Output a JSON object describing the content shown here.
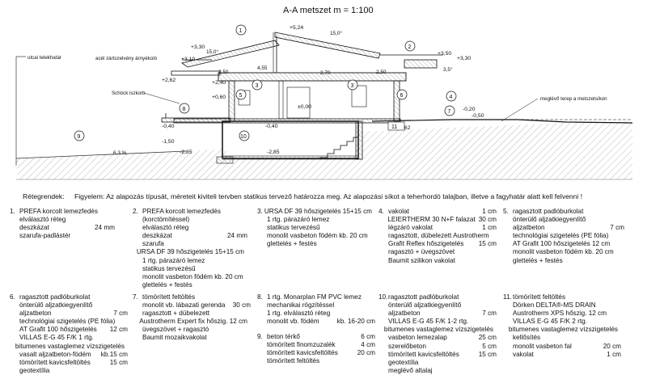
{
  "title": "A-A metszet m = 1:100",
  "labels": {
    "street_level": "utcai telekhatár",
    "awning": "acél zártszelvény árnyékoló",
    "schock": "Schöck iszkorb",
    "ground": "meglévő terep a metszetsíkon"
  },
  "levels": {
    "l524": "+5,24",
    "l330a": "+3,30",
    "l310": "+3,10",
    "l350": "+3,50",
    "l330b": "+3,30",
    "l262": "+2,62",
    "l240": "+2,40",
    "l060": "+0,60",
    "l000": "±0,00",
    "lm020": "-0,20",
    "lm050": "-0,50",
    "lm040a": "-0,40",
    "lm040b": "-0,40",
    "lm150": "-1,50",
    "lm285a": "-2,85",
    "lm285b": "-2,85",
    "lm062": "-0,62"
  },
  "dims": {
    "slope1": "15,0°",
    "slope2": "15,0°",
    "slope3": "3,5°",
    "d455": "4,55",
    "d250a": "2,50",
    "d250b": "2,50",
    "d270": "2,70",
    "pct": "6,3 %"
  },
  "callouts": {
    "c1": "1",
    "c2": "2",
    "c3a": "3",
    "c3b": "3",
    "c4": "4",
    "c5": "5",
    "c6": "6",
    "c7": "7",
    "c8": "8",
    "c9": "9",
    "c10": "10",
    "c11": "11"
  },
  "note": {
    "label": "Rétegrendek:",
    "text": "Figyelem: Az alapozás típusát, méreteit kiviteli tervben statikus tervező határozza meg. Az alapozási síkot a teherhordó talajban, illetve a fagyhatár alatt kell felvenni !"
  },
  "layers": [
    {
      "rows": [
        [
          "1.",
          "PREFA korcolt lemezfedés",
          ""
        ],
        [
          "",
          "elválasztó réteg",
          ""
        ],
        [
          "",
          "deszkázat",
          "24 mm"
        ],
        [
          "",
          "szarufa-padlástér",
          ""
        ]
      ]
    },
    {
      "rows": [
        [
          "2.",
          "PREFA korcolt lemezfedés",
          ""
        ],
        [
          "",
          "(korctömítéssel)",
          ""
        ],
        [
          "",
          "elválasztó réteg",
          ""
        ],
        [
          "",
          "deszkázat",
          "24 mm"
        ],
        [
          "",
          "szarufa",
          ""
        ],
        [
          "",
          "URSA DF 39 hőszigetelés 15+15  cm",
          ""
        ],
        [
          "",
          "1 rtg. párazáró lemez",
          ""
        ],
        [
          "",
          "statikus tervezésű",
          ""
        ],
        [
          "",
          "monolit vasbeton födém    kb. 20 cm",
          ""
        ],
        [
          "",
          "glettelés + festés",
          ""
        ]
      ]
    },
    {
      "rows": [
        [
          "3.",
          "URSA DF 39 hőszigetelés 15+15  cm",
          ""
        ],
        [
          "",
          "1 rtg. párazáró lemez",
          ""
        ],
        [
          "",
          "statikus tervezésű",
          ""
        ],
        [
          "",
          "monolit vasbeton födém   kb. 20 cm",
          ""
        ],
        [
          "",
          "glettelés + festés",
          ""
        ]
      ]
    },
    {
      "rows": [
        [
          "4.",
          "vakolat",
          "1 cm"
        ],
        [
          "",
          "LEIERTHERM 30 N+F falazat",
          "30 cm"
        ],
        [
          "",
          "légzáró vakolat",
          "1 cm"
        ],
        [
          "",
          "ragasztott, dübelezett Austrotherm",
          ""
        ],
        [
          "",
          "Grafit Reflex hőszigetelés",
          "15 cm"
        ],
        [
          "",
          "ragasztó + üvegszövet",
          ""
        ],
        [
          "",
          "Baumit szilikon vakolat",
          ""
        ]
      ]
    },
    {
      "rows": [
        [
          "5.",
          "ragasztott padlóburkolat",
          ""
        ],
        [
          "",
          "önterülő aljzatkiegyenlítő",
          ""
        ],
        [
          "",
          "aljzatbeton",
          "7 cm"
        ],
        [
          "",
          "technológiai szigetelés (PE fólia)",
          ""
        ],
        [
          "",
          "AT Grafit 100 hőszigetelés    12 cm",
          ""
        ],
        [
          "",
          "monolit vasbeton födém   kb. 20 cm",
          ""
        ],
        [
          "",
          "glettelés + festés",
          ""
        ]
      ]
    },
    {
      "rows": [
        [
          "6.",
          "ragasztott padlóburkolat",
          ""
        ],
        [
          "",
          "önterülő aljzatkiegyenlítő",
          ""
        ],
        [
          "",
          "aljzatbeton",
          "7 cm"
        ],
        [
          "",
          "technológiai szigetelés (PE fólia)",
          ""
        ],
        [
          "",
          "AT Grafit 100 hőszigetelés",
          "12 cm"
        ],
        [
          "",
          "VILLAS E-G 45 F/K    1 rtg.",
          ""
        ],
        [
          "",
          "bitumenes vastaglemez vízszigetelés",
          ""
        ],
        [
          "",
          "vasalt aljzatbeton-födém",
          "kb.15 cm"
        ],
        [
          "",
          "tömörített kavicsfeltöltés",
          "15 cm"
        ],
        [
          "",
          "geotextília",
          ""
        ]
      ]
    },
    {
      "rows": [
        [
          "7.",
          "tömörített feltöltés",
          ""
        ],
        [
          "",
          "monolit vb. lábazati gerenda",
          "30 cm"
        ],
        [
          "",
          "ragasztott + dübelezett",
          ""
        ],
        [
          "",
          "Austrotherm Expert fix  hőszig.  12 cm",
          ""
        ],
        [
          "",
          "üvegszövet + ragasztó",
          ""
        ],
        [
          "",
          "Baumit mozaikvakolat",
          ""
        ]
      ]
    },
    {
      "rows": [
        [
          "8.",
          "1 rtg. Monarplan FM PVC lemez",
          ""
        ],
        [
          "",
          "mechanikai rögzítéssel",
          ""
        ],
        [
          "",
          "1 rtg. elválasztó réteg",
          ""
        ],
        [
          "",
          "monolit vb. födém",
          "kb. 16-20 cm"
        ]
      ]
    },
    {
      "rows": [
        [
          "9.",
          "beton térkő",
          "6 cm"
        ],
        [
          "",
          "tömörített finomzuzalék",
          "4 cm"
        ],
        [
          "",
          "tömörített kavicsfeltöltés",
          "20 cm"
        ],
        [
          "",
          "tömörített feltöltés",
          ""
        ]
      ]
    },
    {
      "rows": [
        [
          "10.",
          "ragasztott padlóburkolat",
          ""
        ],
        [
          "",
          "önterülő aljzatkiegyenlítő",
          ""
        ],
        [
          "",
          "aljzatbeton",
          "7 cm"
        ],
        [
          "",
          "VILLAS E-G 45 F/K    1-2 rtg.",
          ""
        ],
        [
          "",
          "bitumenes vastaglemez vízszigetelés",
          ""
        ],
        [
          "",
          "vasbeton lemezalap",
          "25 cm"
        ],
        [
          "",
          "szerelőbeton",
          "5 cm"
        ],
        [
          "",
          "tömörített kavicsfeltöltés",
          "15 cm"
        ],
        [
          "",
          "geotextília",
          ""
        ],
        [
          "",
          "meglévő altalaj",
          ""
        ]
      ]
    },
    {
      "rows": [
        [
          "11.",
          "tömörített feltöltés",
          ""
        ],
        [
          "",
          "Dörken DELTA®-MS DRAIN",
          ""
        ],
        [
          "",
          "Austrotherm XPS  hőszig.  12 cm",
          ""
        ],
        [
          "",
          "VILLAS E-G 45 F/K    2 rtg.",
          ""
        ],
        [
          "",
          "bitumenes vastaglemez vízszigetelés",
          ""
        ],
        [
          "",
          "kellősítés",
          ""
        ],
        [
          "",
          "monolit vasbeton fal",
          "20 cm"
        ],
        [
          "",
          "vakolat",
          "1 cm"
        ]
      ]
    }
  ]
}
